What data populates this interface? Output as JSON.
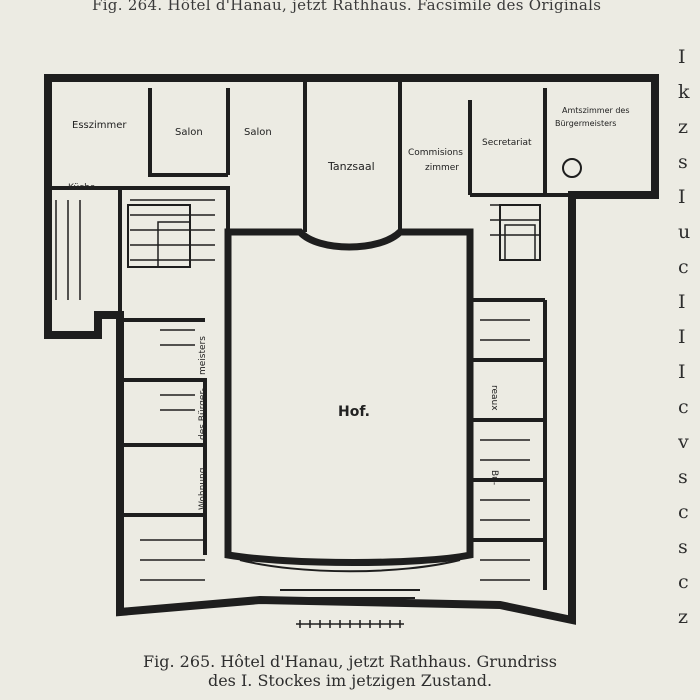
{
  "header": {
    "caption": "Fig. 264. Hôtel d'Hanau, jetzt Rathhaus. Facsimile des Originals"
  },
  "side_text": {
    "letters": [
      "I",
      "k",
      "z",
      "s",
      "I",
      "u",
      "c",
      "I",
      "I",
      "I",
      "c",
      "v",
      "s",
      "c",
      "s",
      "c",
      "z"
    ]
  },
  "plan": {
    "rooms": {
      "esszimmer": "Esszimmer",
      "salon_1": "Salon",
      "salon_2": "Salon",
      "tanzsaal": "Tanzsaal",
      "commisions_1": "Commisions",
      "commisions_2": "zimmer",
      "secretariat": "Secretariat",
      "amtszimmer_1": "Amtszimmer des",
      "amtszimmer_2": "Bürgermeisters",
      "kuche": "Küche",
      "hof": "Hof.",
      "wohnung_1": "Wohnung",
      "wohnung_2": "des Bürger-",
      "wohnung_3": "meisters",
      "bureaux_1": "Bu-",
      "bureaux_2": "reaux"
    }
  },
  "footer": {
    "line1": "Fig. 265. Hôtel d'Hanau, jetzt Rathhaus. Grundriss",
    "line2": "des I. Stockes im jetzigen Zustand."
  }
}
